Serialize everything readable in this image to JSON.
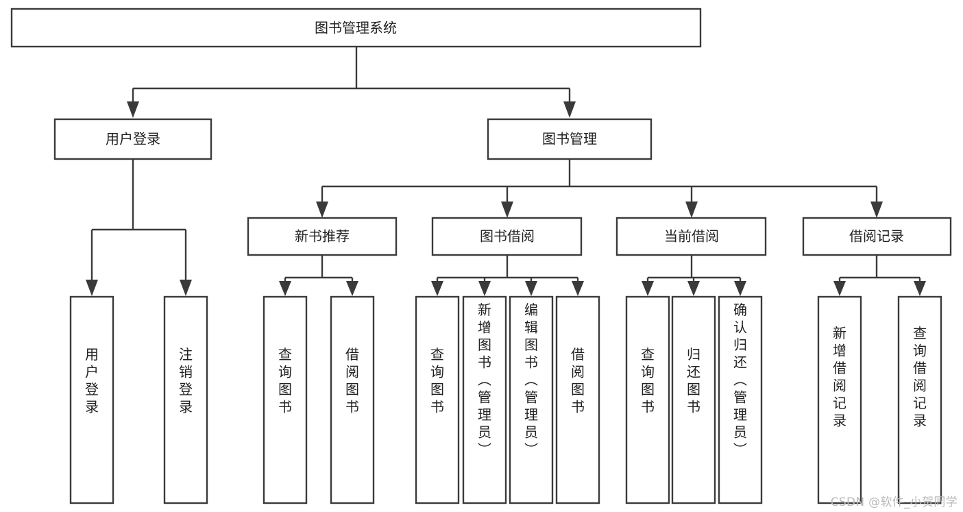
{
  "diagram": {
    "title": "图书管理系统",
    "type": "tree-hierarchy-chart",
    "orientation": "top-down",
    "colors": {
      "background": "#ffffff",
      "box_fill": "#ffffff",
      "box_stroke": "#3a3a3a",
      "connector": "#3a3a3a",
      "text": "#222222",
      "watermark": "#b9b9b9"
    },
    "root": {
      "label": "图书管理系统"
    },
    "level2": [
      {
        "label": "用户登录"
      },
      {
        "label": "图书管理"
      }
    ],
    "level3": [
      {
        "label": "新书推荐"
      },
      {
        "label": "图书借阅"
      },
      {
        "label": "当前借阅"
      },
      {
        "label": "借阅记录"
      }
    ],
    "leaves": {
      "user_login": [
        {
          "label": "用户登录"
        },
        {
          "label": "注销登录"
        }
      ],
      "new_book_recommend": [
        {
          "label": "查询图书"
        },
        {
          "label": "借阅图书"
        }
      ],
      "book_borrow": [
        {
          "label": "查询图书"
        },
        {
          "label": "新增图书（管理员）"
        },
        {
          "label": "编辑图书（管理员）"
        },
        {
          "label": "借阅图书"
        }
      ],
      "current_borrow": [
        {
          "label": "查询图书"
        },
        {
          "label": "归还图书"
        },
        {
          "label": "确认归还（管理员）"
        }
      ],
      "borrow_record": [
        {
          "label": "新增借阅记录"
        },
        {
          "label": "查询借阅记录"
        }
      ]
    }
  },
  "watermark": {
    "text": "CSDN @软件_小贺同学"
  }
}
